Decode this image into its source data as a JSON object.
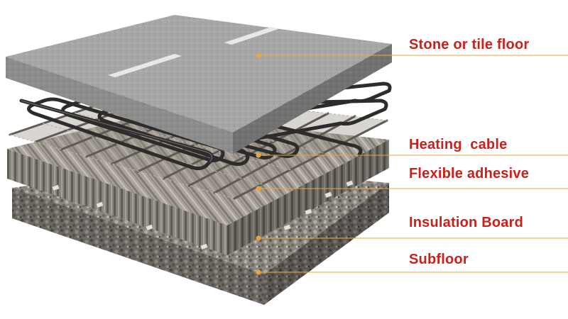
{
  "diagram": {
    "layers": [
      {
        "name": "Stone or tile floor"
      },
      {
        "name": "Heating  cable"
      },
      {
        "name": "Flexible adhesive"
      },
      {
        "name": "Insulation Board"
      },
      {
        "name": "Subfloor"
      }
    ]
  },
  "colors": {
    "label_text": "#cc1f1a",
    "leader_line": "#e8a640",
    "leader_dot": "#e8a640"
  }
}
